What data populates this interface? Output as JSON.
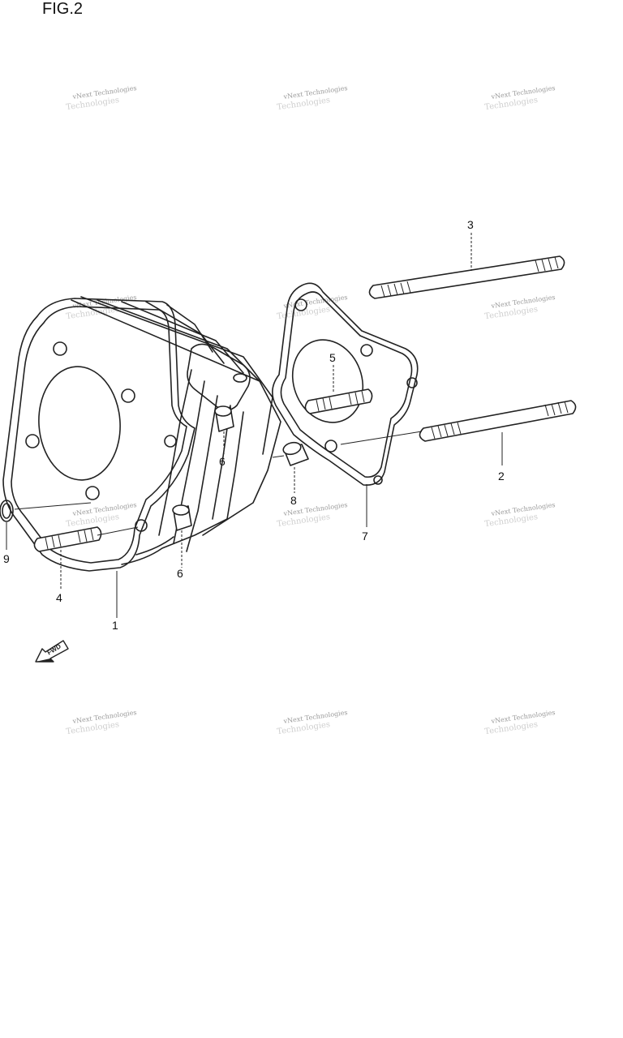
{
  "figure": {
    "title": "FIG.2"
  },
  "watermark": {
    "line1": "vNext Technologies",
    "line2": "Technologies"
  },
  "callouts": {
    "c1": "1",
    "c2": "2",
    "c3": "3",
    "c4": "4",
    "c5": "5",
    "c6a": "6",
    "c6b": "6",
    "c7": "7",
    "c8": "8",
    "c9": "9"
  },
  "fwd_arrow": {
    "label": "FWD"
  }
}
